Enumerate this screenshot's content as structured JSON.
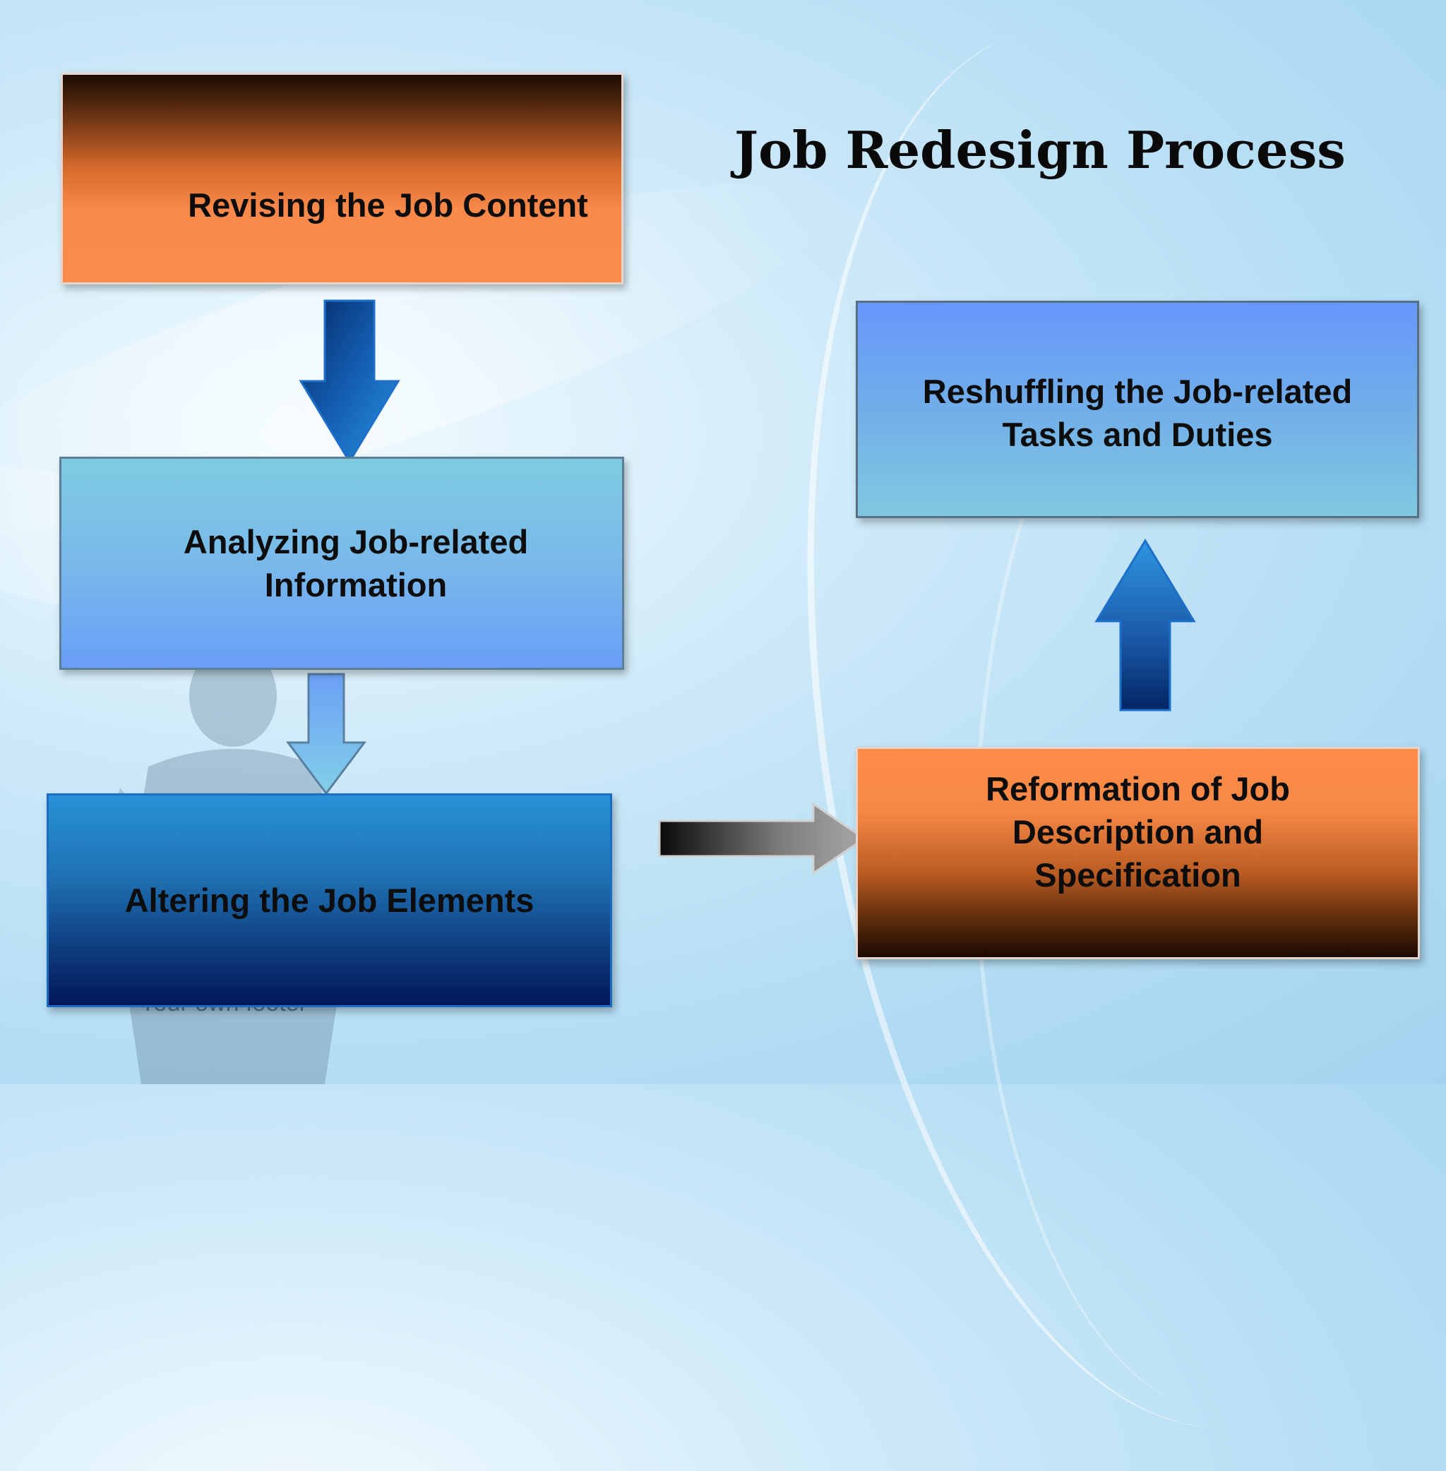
{
  "slide": {
    "title": "Job Redesign Process",
    "footer_text": "Your own footer"
  },
  "diagram": {
    "steps": [
      {
        "id": "revise",
        "lines": [
          "Revising the Job Content"
        ]
      },
      {
        "id": "analyze",
        "lines": [
          "Analyzing Job-related",
          "Information"
        ]
      },
      {
        "id": "alter",
        "lines": [
          "Altering the Job Elements"
        ]
      },
      {
        "id": "reform",
        "lines": [
          "Reformation of Job",
          "Description and",
          "Specification"
        ]
      },
      {
        "id": "reshuffle",
        "lines": [
          "Reshuffling the Job-related",
          "Tasks and Duties"
        ]
      }
    ],
    "connections": [
      {
        "from": "revise",
        "to": "analyze",
        "direction": "down"
      },
      {
        "from": "analyze",
        "to": "alter",
        "direction": "down"
      },
      {
        "from": "alter",
        "to": "reform",
        "direction": "right"
      },
      {
        "from": "reform",
        "to": "reshuffle",
        "direction": "up"
      }
    ]
  },
  "colors": {
    "orange_box": "#fb8c4c",
    "light_blue_box": "#7fcbe2",
    "periwinkle_box": "#6a9ef8",
    "dark_blue_box": "#02175a",
    "background": "#b6def4"
  }
}
